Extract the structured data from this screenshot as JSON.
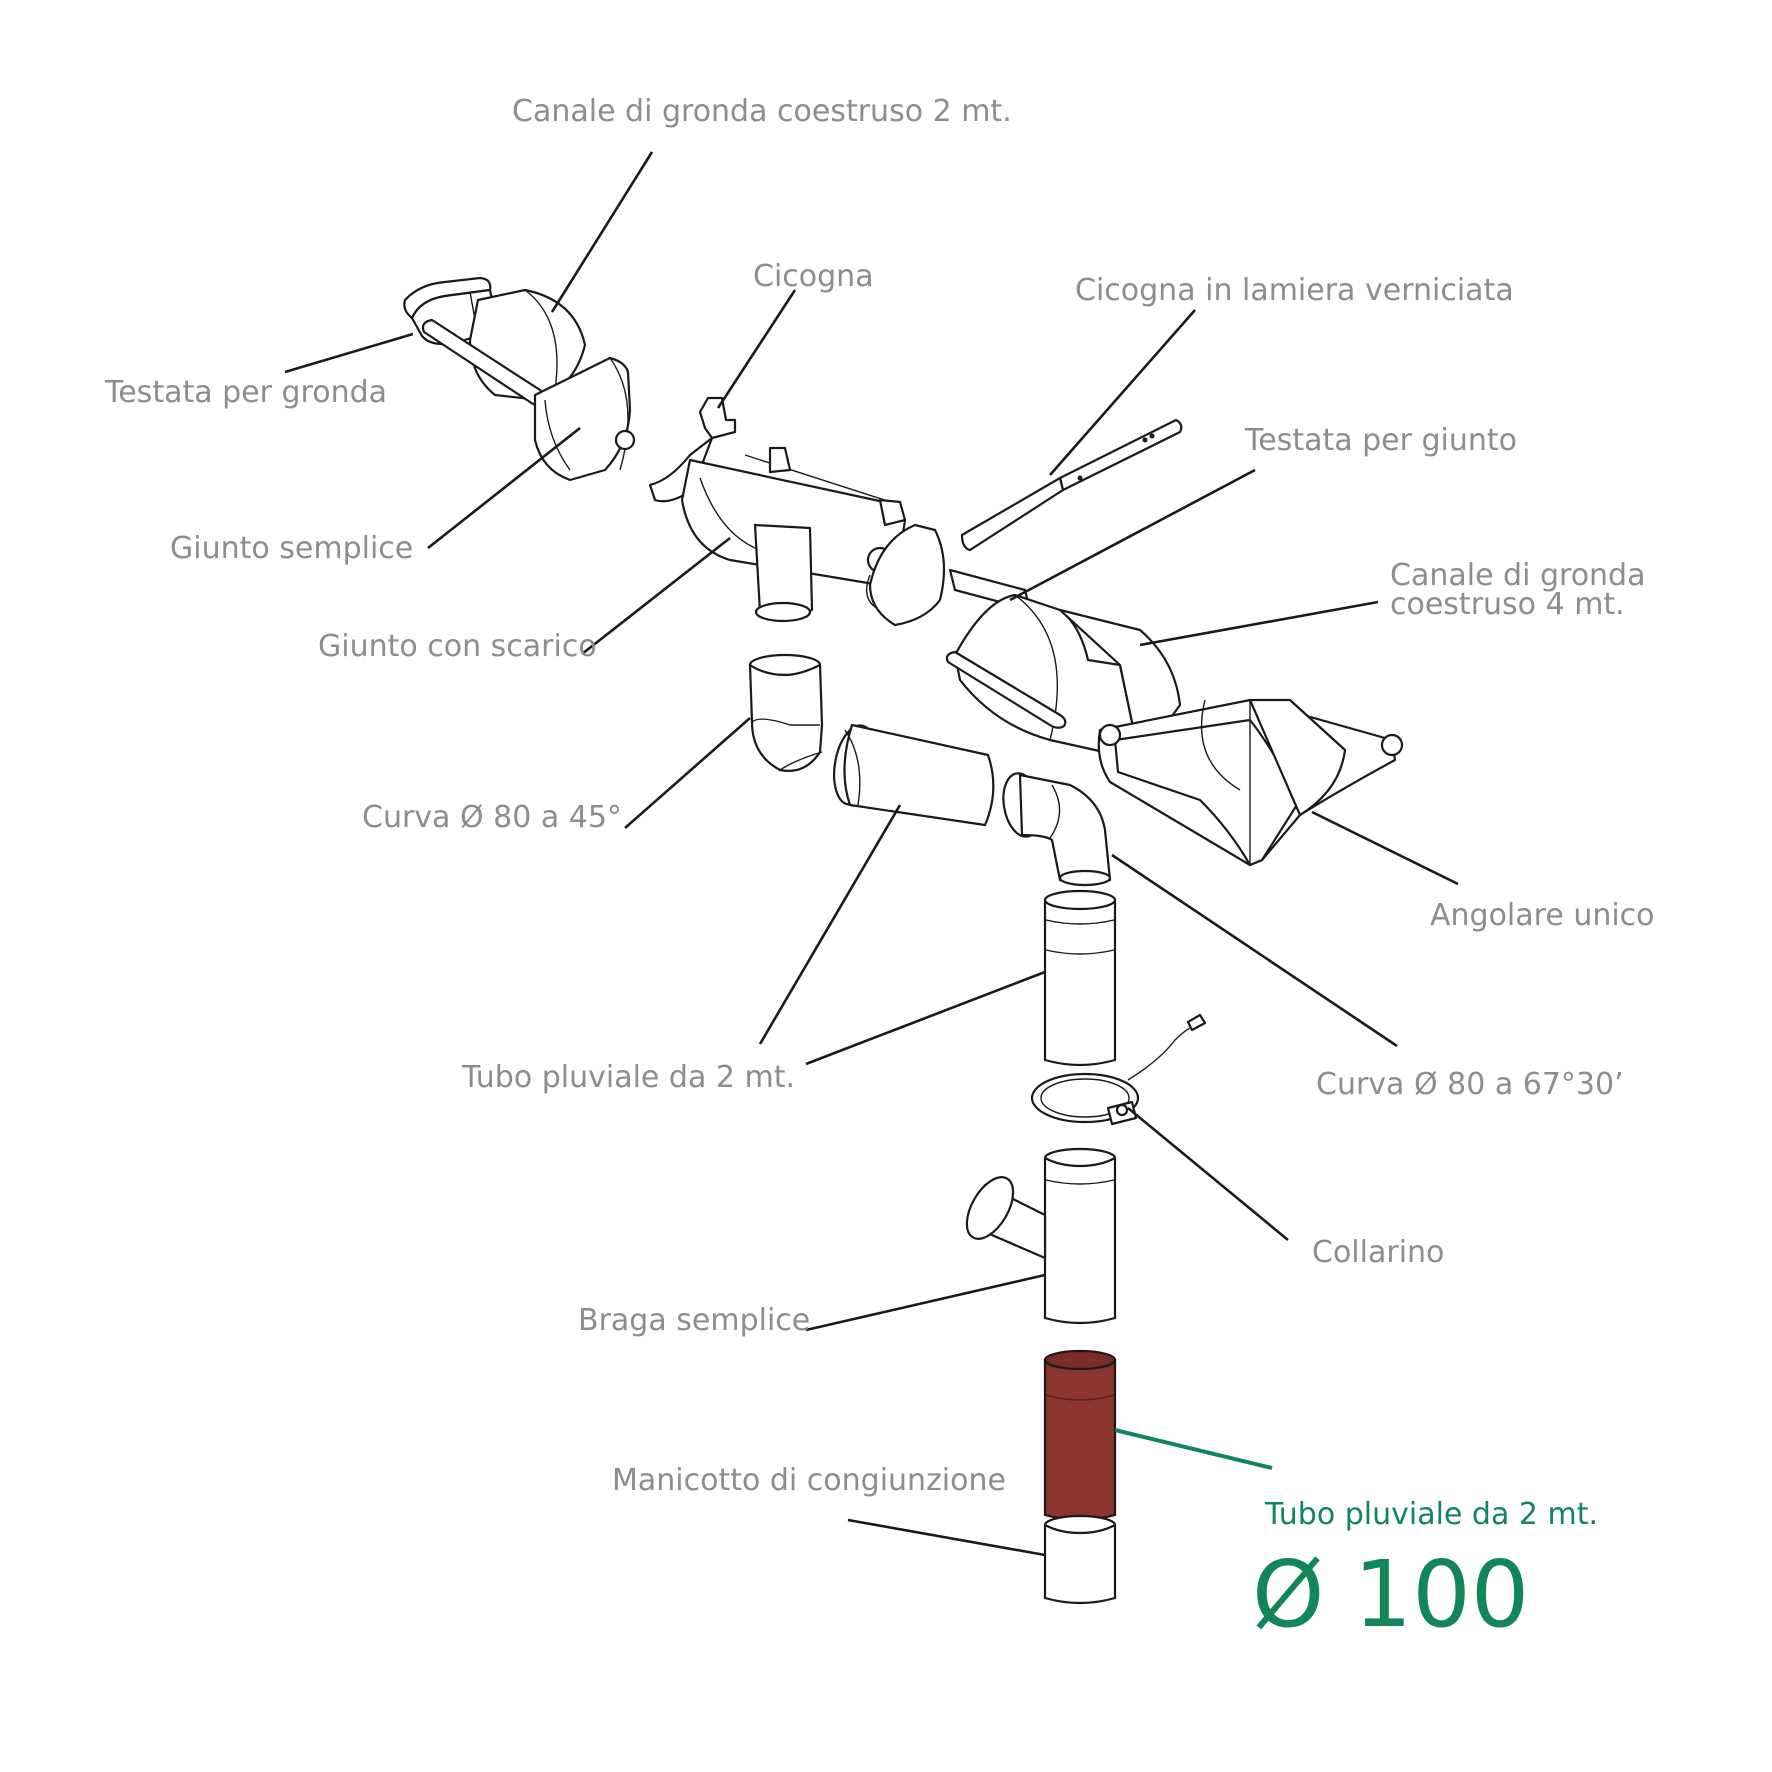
{
  "diagram": {
    "accent_color": "#13855a",
    "highlight_pipe_color": "#8b3430",
    "label_color": "#8d8d8d",
    "labels": {
      "canale_2mt": "Canale di gronda coestruso 2 mt.",
      "cicogna": "Cicogna",
      "cicogna_lamiera": "Cicogna in lamiera verniciata",
      "testata_gronda": "Testata per gronda",
      "testata_giunto": "Testata per giunto",
      "giunto_semplice": "Giunto semplice",
      "canale_4mt_line1": "Canale di gronda",
      "canale_4mt_line2": "coestruso 4 mt.",
      "giunto_scarico": "Giunto con scarico",
      "curva_45": "Curva Ø 80 a 45°",
      "angolare": "Angolare unico",
      "tubo_2mt": "Tubo pluviale da 2 mt.",
      "curva_67": "Curva Ø 80 a 67°30’",
      "collarino": "Collarino",
      "braga": "Braga semplice",
      "manicotto": "Manicotto di congiunzione"
    },
    "highlight": {
      "name": "Tubo pluviale da 2 mt.",
      "diameter": "Ø 100"
    }
  }
}
